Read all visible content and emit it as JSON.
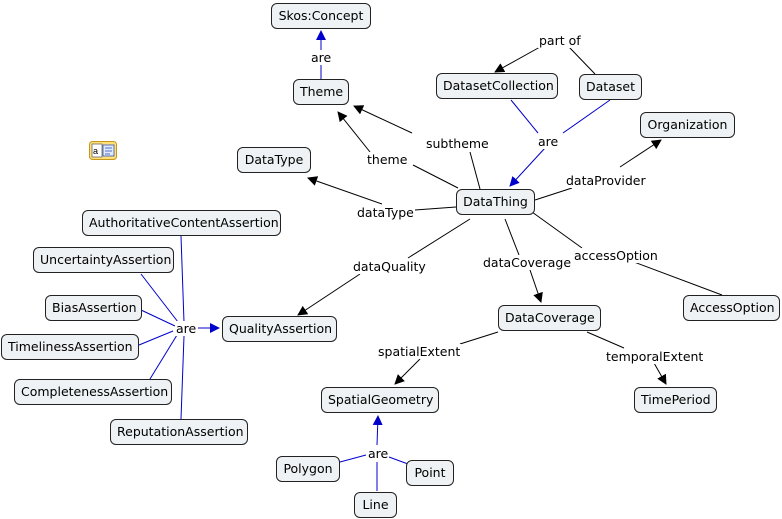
{
  "nodes": {
    "skos_concept": "Skos:Concept",
    "theme": "Theme",
    "dataset_collection": "DatasetCollection",
    "dataset": "Dataset",
    "organization": "Organization",
    "datatype": "DataType",
    "datathing": "DataThing",
    "authoritative": "AuthoritativeContentAssertion",
    "uncertainty": "UncertaintyAssertion",
    "bias": "BiasAssertion",
    "timeliness": "TimelinessAssertion",
    "completeness": "CompletenessAssertion",
    "reputation": "ReputationAssertion",
    "quality": "QualityAssertion",
    "datacoverage": "DataCoverage",
    "accessoption": "AccessOption",
    "spatialgeometry": "SpatialGeometry",
    "timeperiod": "TimePeriod",
    "polygon": "Polygon",
    "point": "Point",
    "line": "Line"
  },
  "links": {
    "are_theme": "are",
    "part_of": "part of",
    "are_dataset": "are",
    "subtheme": "subtheme",
    "theme": "theme",
    "dataProvider": "dataProvider",
    "dataType": "dataType",
    "accessOption": "accessOption",
    "dataQuality": "dataQuality",
    "dataCoverage": "dataCoverage",
    "are_assertions": "are",
    "spatialExtent": "spatialExtent",
    "temporalExtent": "temporalExtent",
    "are_geometry": "are"
  },
  "colors": {
    "black_edge": "#000000",
    "blue_edge": "#0000cc",
    "node_fill": "#eef2f4"
  },
  "icons": {
    "resource": "cmap-resource-icon"
  }
}
